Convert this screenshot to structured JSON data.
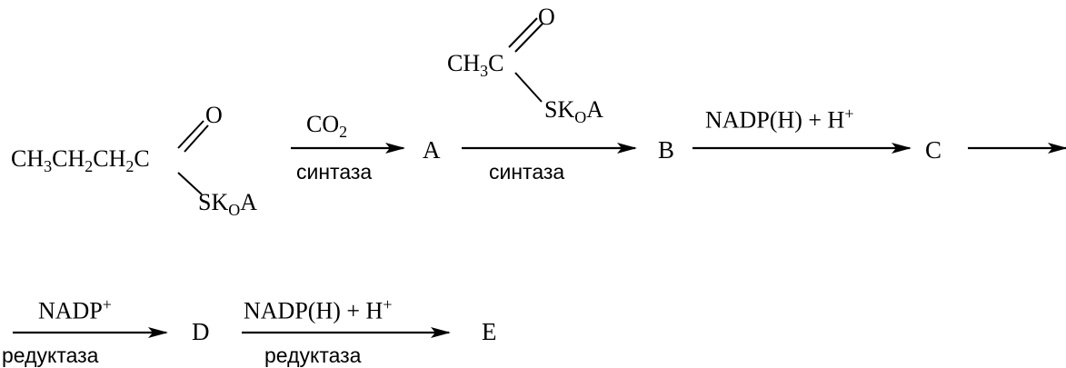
{
  "reactant": {
    "formula_main": "CH",
    "sub1": "3",
    "mid1": "CH",
    "sub2": "2",
    "mid2": "CH",
    "sub3": "2",
    "tail": "C",
    "oxygen": "O",
    "thioester": "SK",
    "thio_sub": "O",
    "thio_tail": "A"
  },
  "reagent2": {
    "left": "CH",
    "sub": "3",
    "c": "C",
    "oxygen": "O",
    "thioester": "SK",
    "thio_sub": "O",
    "thio_tail": "A"
  },
  "steps": [
    {
      "above": "CO",
      "above_sub": "2",
      "below": "синтаза"
    },
    {
      "above": "",
      "below": "синтаза"
    },
    {
      "above": "NADP(H) + H",
      "above_sup": "+",
      "below": ""
    },
    {
      "above": "",
      "below": ""
    },
    {
      "above": "NADP",
      "above_sup": "+",
      "below": "редуктаза"
    },
    {
      "above": "NADP(H) + H",
      "above_sup": "+",
      "below": "редуктаза"
    }
  ],
  "products": [
    "A",
    "B",
    "C",
    "D",
    "E"
  ]
}
